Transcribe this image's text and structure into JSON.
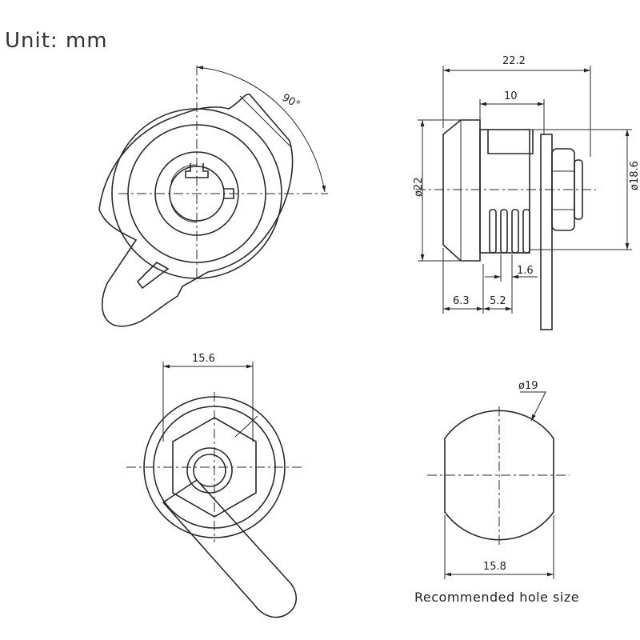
{
  "unit_label": "Unit: mm",
  "caption": "Recommended hole size",
  "dimensions": {
    "rotation_angle": "90°",
    "overall_length": "22.2",
    "body_length": "10",
    "flange_diameter": "ø22",
    "nut_diameter": "ø18.6",
    "flange_thickness": "6.3",
    "thread_length": "5.2",
    "cam_thickness": "1.6",
    "across_flats": "15.6",
    "hole_diameter": "ø19",
    "hole_flat_width": "15.8"
  }
}
